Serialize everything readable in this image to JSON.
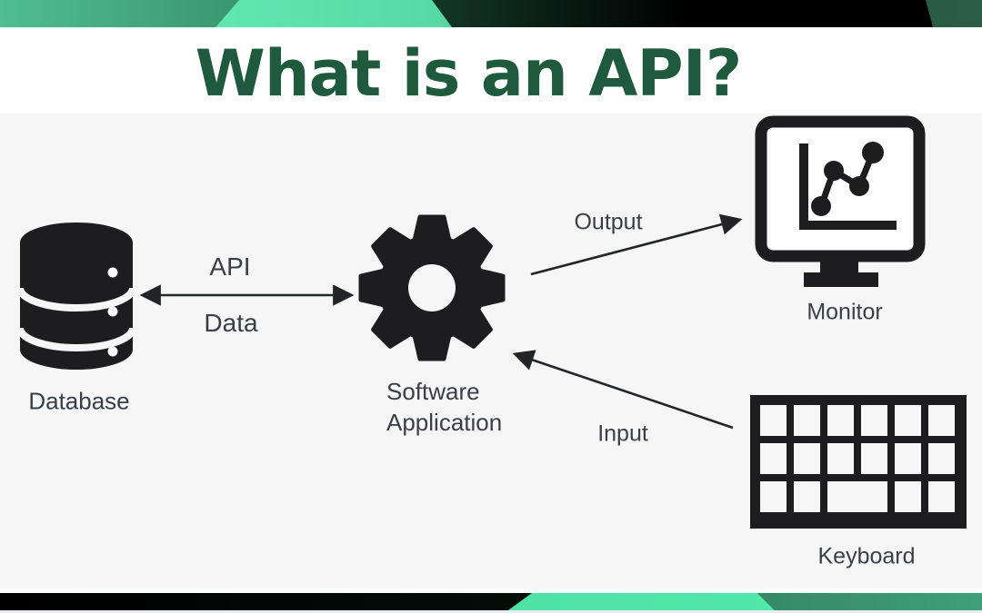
{
  "title": {
    "text": "What is an API?"
  },
  "diagram": {
    "nodes": {
      "database": {
        "label": "Database",
        "icon": "database-icon"
      },
      "software": {
        "label_line1": "Software",
        "label_line2": "Application",
        "icon": "gear-icon"
      },
      "monitor": {
        "label": "Monitor",
        "icon": "monitor-icon"
      },
      "keyboard": {
        "label": "Keyboard",
        "icon": "keyboard-icon"
      }
    },
    "connections": {
      "api_data": {
        "from": "database",
        "to": "software",
        "direction": "bidirectional",
        "label_top": "API",
        "label_bottom": "Data"
      },
      "output": {
        "from": "software",
        "to": "monitor",
        "direction": "one-way",
        "label": "Output"
      },
      "input": {
        "from": "keyboard",
        "to": "software",
        "direction": "one-way",
        "label": "Input"
      }
    }
  },
  "colors": {
    "title_green": "#1F5A3C",
    "icon_black": "#1D1D1F",
    "label_text": "#3A3E46",
    "canvas_background": "#F6F6F7",
    "banner_bright_green": "#5FEFB2",
    "banner_mid_green": "#48B789",
    "banner_dark_green": "#17402F",
    "banner_black": "#000000"
  }
}
